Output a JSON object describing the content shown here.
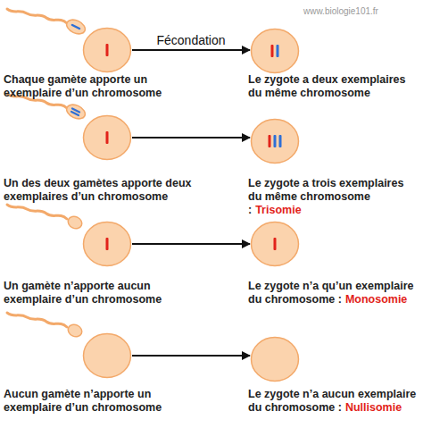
{
  "diagram": {
    "nodes": [
      {
        "text": [
          "Chaque gamète apporte un exemplaire d’un chromosome"
        ]
      },
      {
        "text": [
          "Le zygote a deux exemplaires du même chromosome"
        ]
      },
      {
        "text": [
          "Un des deux gamètes apporte deux exemplaires d’un chromosome"
        ]
      },
      {
        "text": [
          "Le zygote a trois exemplaires du même chromosome :",
          "Trisomie"
        ]
      },
      {
        "text": [
          "Un gamète n’apporte aucun exemplaire d’un chromosome"
        ]
      },
      {
        "text": [
          "Le zygote n’a qu’un exemplaire du chromosome :",
          "Monosomie"
        ]
      },
      {
        "text": [
          "Aucun gamète n’apporte un exemplaire d’un chromosome"
        ]
      },
      {
        "text": [
          "Le zygote n’a aucun exemplaire du chromosome :",
          "Nullisomie"
        ]
      }
    ],
    "edges": [
      {
        "from": 0,
        "to": 1,
        "arrow": "to",
        "label": "Fécondation"
      },
      {
        "from": 2,
        "to": 3,
        "arrow": "to"
      },
      {
        "from": 4,
        "to": 5,
        "arrow": "to"
      },
      {
        "from": 6,
        "to": 7,
        "arrow": "to"
      }
    ],
    "labels": [
      "www.biologie101.fr"
    ]
  }
}
